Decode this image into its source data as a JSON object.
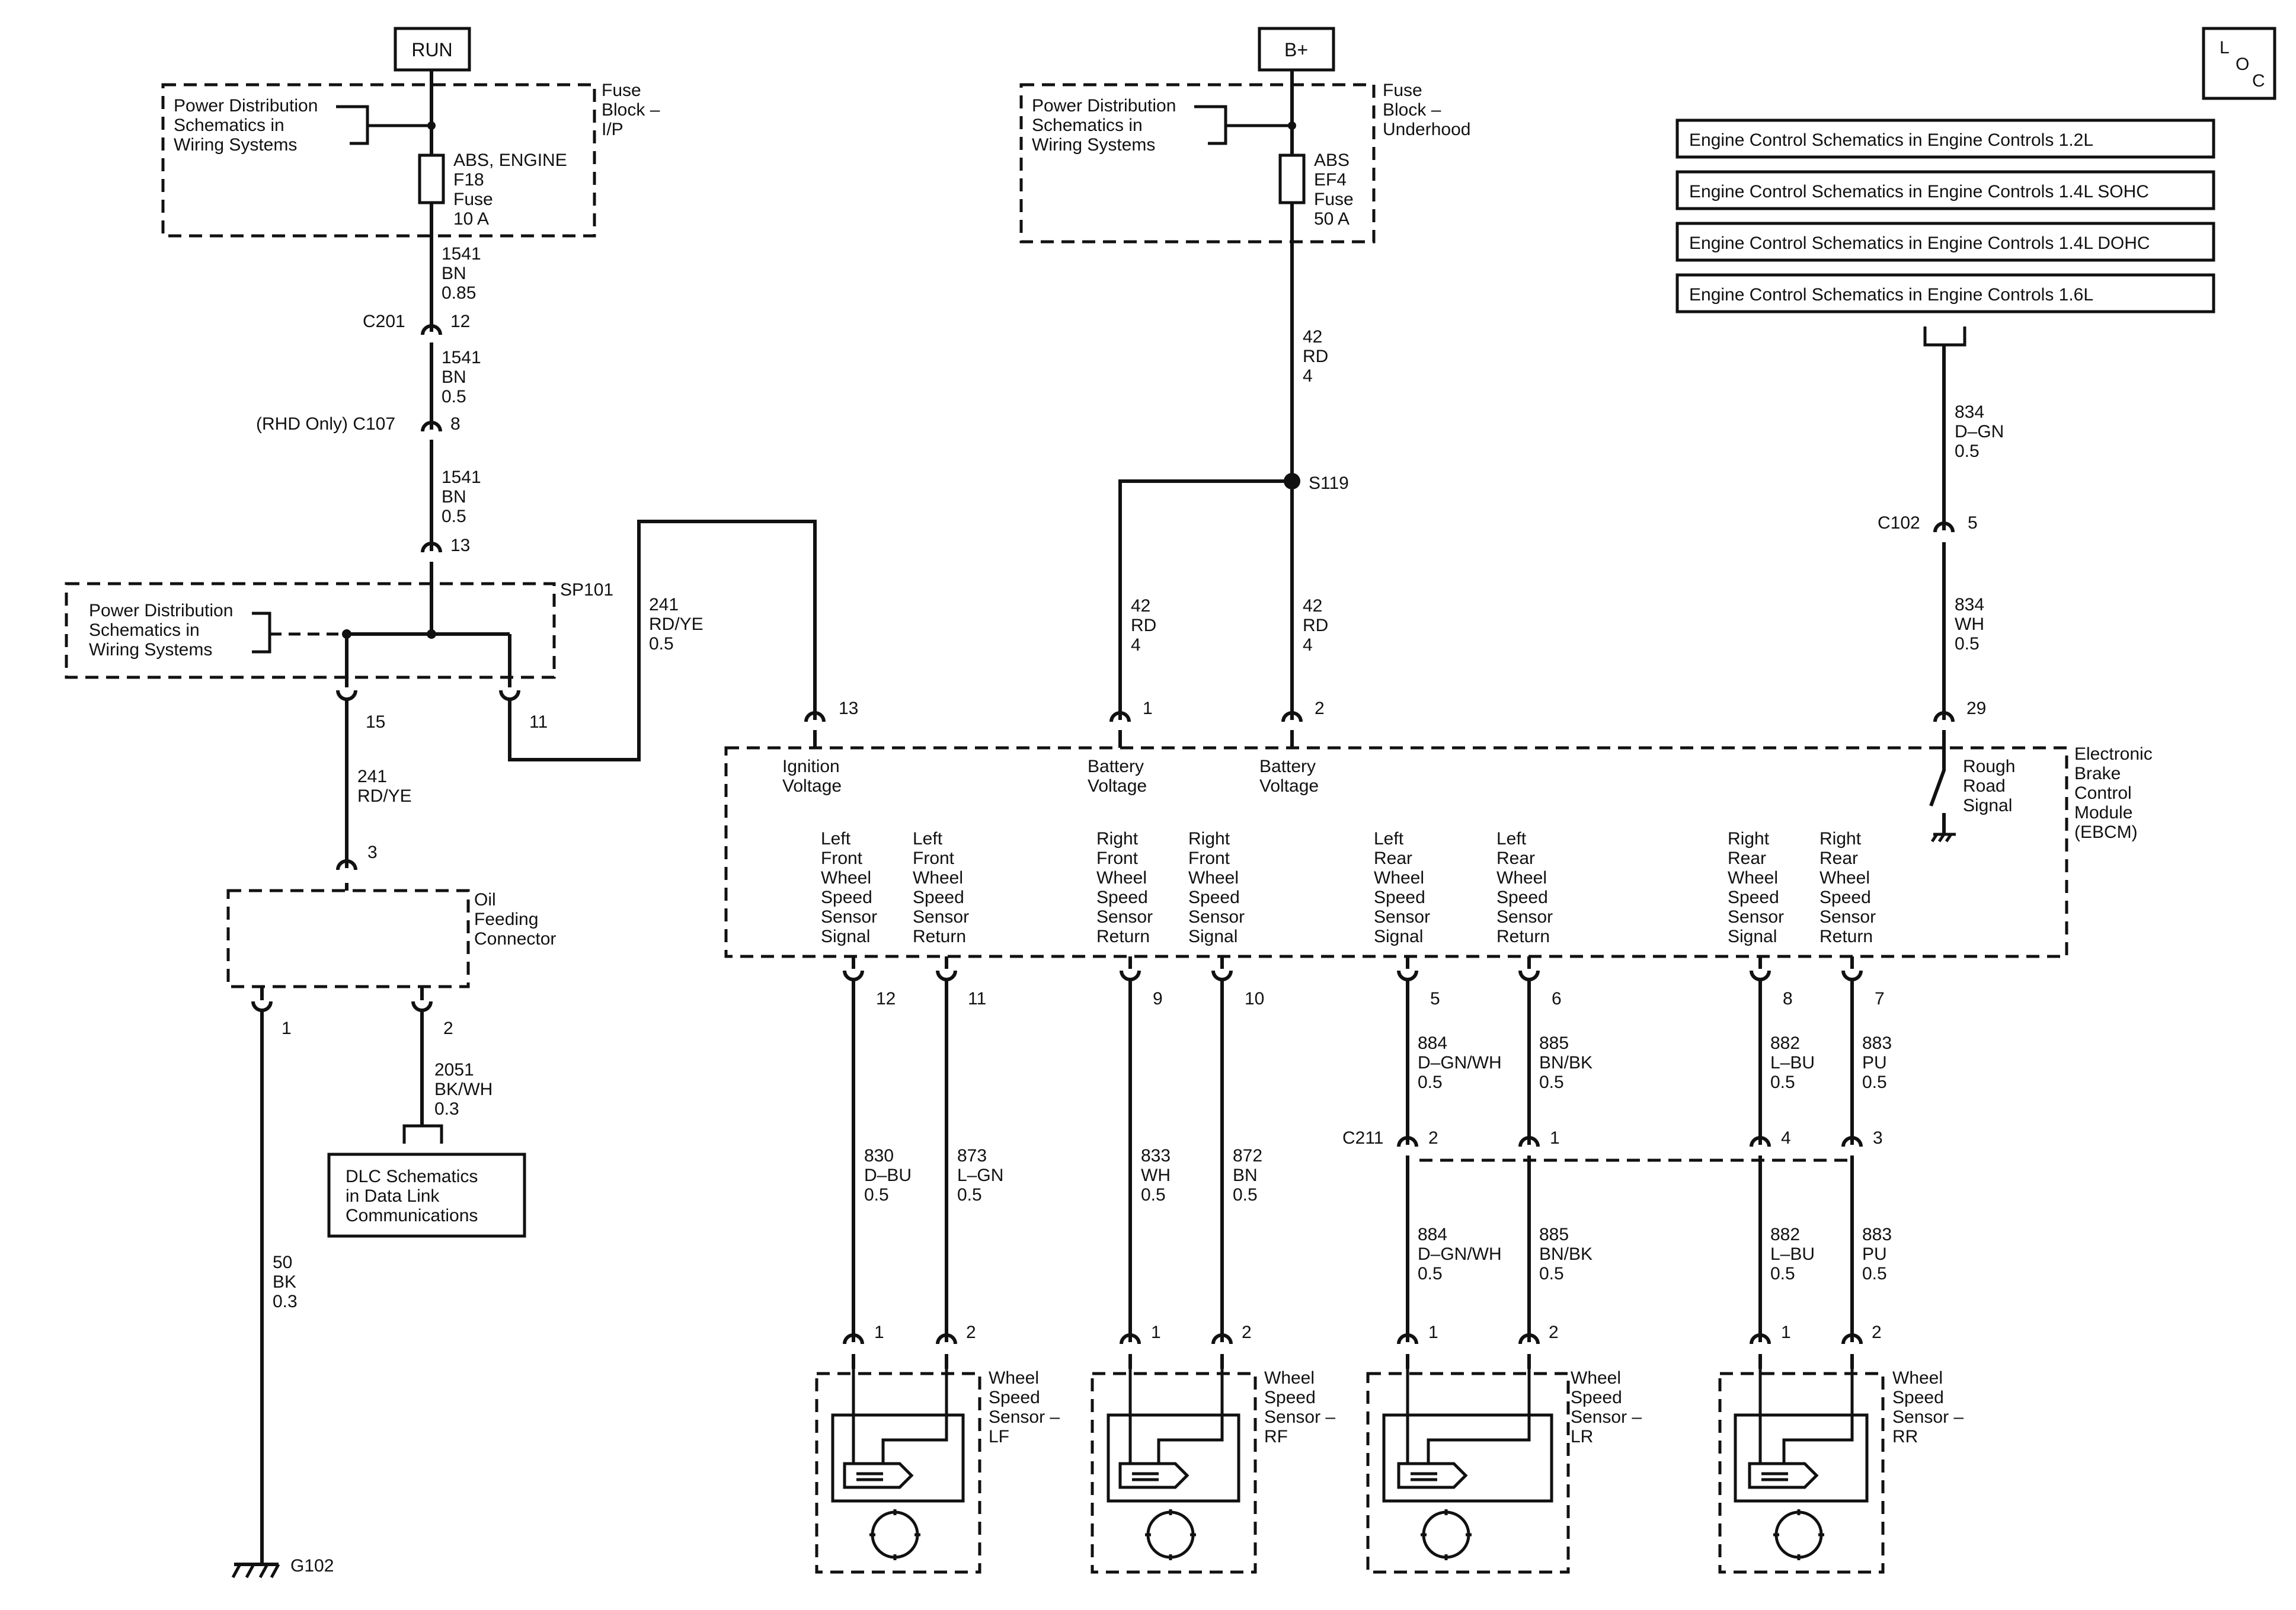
{
  "tags": {
    "run": "RUN",
    "bplus": "B+",
    "loc": [
      "L",
      "O",
      "C"
    ]
  },
  "fuse_ip": {
    "pds": [
      "Power Distribution",
      "Schematics in",
      "Wiring Systems"
    ],
    "name": [
      "ABS, ENGINE",
      "F18",
      "Fuse",
      "10 A"
    ],
    "block": [
      "Fuse",
      "Block –",
      "I/P"
    ]
  },
  "fuse_uh": {
    "pds": [
      "Power Distribution",
      "Schematics in",
      "Wiring Systems"
    ],
    "name": [
      "ABS",
      "EF4",
      "Fuse",
      "50 A"
    ],
    "block": [
      "Fuse",
      "Block –",
      "Underhood"
    ]
  },
  "engine_refs": [
    "Engine Control Schematics in Engine Controls 1.2L",
    "Engine Control Schematics in Engine Controls 1.4L SOHC",
    "Engine Control Schematics in Engine Controls 1.4L DOHC",
    "Engine Control Schematics in Engine Controls 1.6L"
  ],
  "left": {
    "w1": [
      "1541",
      "BN",
      "0.85"
    ],
    "c201": "C201",
    "c201_pin": "12",
    "w2": [
      "1541",
      "BN",
      "0.5"
    ],
    "c107": "(RHD Only) C107",
    "c107_pin": "8",
    "w3": [
      "1541",
      "BN",
      "0.5"
    ],
    "sp_pin_top": "13",
    "sp101": "SP101",
    "sp_pds": [
      "Power Distribution",
      "Schematics in",
      "Wiring Systems"
    ],
    "sp_pin15": "15",
    "sp_pin11": "11",
    "w4": [
      "241",
      "RD/YE"
    ],
    "w_ign": [
      "241",
      "RD/YE",
      "0.5"
    ],
    "oil_pin3": "3",
    "oil": [
      "Oil",
      "Feeding",
      "Connector"
    ],
    "oil_pin1": "1",
    "oil_pin2": "2",
    "w5": [
      "2051",
      "BK/WH",
      "0.3"
    ],
    "dlc": [
      "DLC Schematics",
      "in Data Link",
      "Communications"
    ],
    "w6": [
      "50",
      "BK",
      "0.3"
    ],
    "g102": "G102"
  },
  "battery": {
    "w1": [
      "42",
      "RD",
      "4"
    ],
    "s119": "S119",
    "w2": [
      "42",
      "RD",
      "4"
    ],
    "w3": [
      "42",
      "RD",
      "4"
    ]
  },
  "rough": {
    "w1": [
      "834",
      "D–GN",
      "0.5"
    ],
    "c102": "C102",
    "c102_pin": "5",
    "w2": [
      "834",
      "WH",
      "0.5"
    ],
    "pin": "29"
  },
  "ebcm": {
    "name": [
      "Electronic",
      "Brake",
      "Control",
      "Module",
      "(EBCM)"
    ],
    "pins_top": [
      "13",
      "1",
      "2"
    ],
    "ign": [
      "Ignition",
      "Voltage"
    ],
    "bat1": [
      "Battery",
      "Voltage"
    ],
    "bat2": [
      "Battery",
      "Voltage"
    ],
    "rough": [
      "Rough",
      "Road",
      "Signal"
    ],
    "sig": [
      [
        "Left",
        "Front",
        "Wheel",
        "Speed",
        "Sensor",
        "Signal"
      ],
      [
        "Left",
        "Front",
        "Wheel",
        "Speed",
        "Sensor",
        "Return"
      ],
      [
        "Right",
        "Front",
        "Wheel",
        "Speed",
        "Sensor",
        "Return"
      ],
      [
        "Right",
        "Front",
        "Wheel",
        "Speed",
        "Sensor",
        "Signal"
      ],
      [
        "Left",
        "Rear",
        "Wheel",
        "Speed",
        "Sensor",
        "Signal"
      ],
      [
        "Left",
        "Rear",
        "Wheel",
        "Speed",
        "Sensor",
        "Return"
      ],
      [
        "Right",
        "Rear",
        "Wheel",
        "Speed",
        "Sensor",
        "Signal"
      ],
      [
        "Right",
        "Rear",
        "Wheel",
        "Speed",
        "Sensor",
        "Return"
      ]
    ],
    "pins_bottom": [
      "12",
      "11",
      "9",
      "10",
      "5",
      "6",
      "8",
      "7"
    ]
  },
  "harness_up": {
    "lr1": [
      "884",
      "D–GN/WH",
      "0.5"
    ],
    "lr2": [
      "885",
      "BN/BK",
      "0.5"
    ],
    "rr1": [
      "882",
      "L–BU",
      "0.5"
    ],
    "rr2": [
      "883",
      "PU",
      "0.5"
    ]
  },
  "c211": {
    "name": "C211",
    "pins": [
      "2",
      "1",
      "4",
      "3"
    ]
  },
  "harness_down": {
    "lf1": [
      "830",
      "D–BU",
      "0.5"
    ],
    "lf2": [
      "873",
      "L–GN",
      "0.5"
    ],
    "rf1": [
      "833",
      "WH",
      "0.5"
    ],
    "rf2": [
      "872",
      "BN",
      "0.5"
    ],
    "lr1": [
      "884",
      "D–GN/WH",
      "0.5"
    ],
    "lr2": [
      "885",
      "BN/BK",
      "0.5"
    ],
    "rr1": [
      "882",
      "L–BU",
      "0.5"
    ],
    "rr2": [
      "883",
      "PU",
      "0.5"
    ]
  },
  "sensors": [
    {
      "pins": [
        "1",
        "2"
      ],
      "label": [
        "Wheel",
        "Speed",
        "Sensor –",
        "LF"
      ]
    },
    {
      "pins": [
        "1",
        "2"
      ],
      "label": [
        "Wheel",
        "Speed",
        "Sensor –",
        "RF"
      ]
    },
    {
      "pins": [
        "1",
        "2"
      ],
      "label": [
        "Wheel",
        "Speed",
        "Sensor –",
        "LR"
      ]
    },
    {
      "pins": [
        "1",
        "2"
      ],
      "label": [
        "Wheel",
        "Speed",
        "Sensor –",
        "RR"
      ]
    }
  ]
}
